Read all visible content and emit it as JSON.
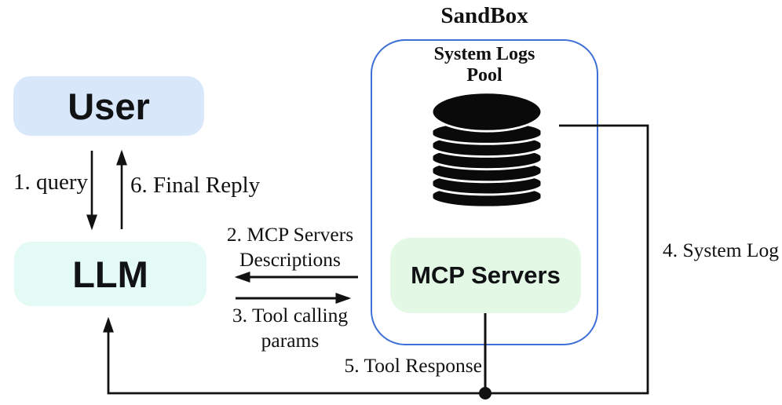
{
  "diagram": {
    "nodes": {
      "user": {
        "label": "User"
      },
      "llm": {
        "label": "LLM"
      },
      "mcp": {
        "label": "MCP Servers"
      },
      "sandbox": {
        "title": "SandBox"
      },
      "system_logs_pool": {
        "line1": "System Logs",
        "line2": "Pool"
      }
    },
    "edges": {
      "step1": "1. query",
      "step2_line1": "2. MCP Servers",
      "step2_line2": "Descriptions",
      "step3_line1": "3. Tool calling",
      "step3_line2": "params",
      "step4": "4. System Log",
      "step5": "5. Tool Response",
      "step6": "6. Final Reply"
    },
    "icons": {
      "database": "database-cylinder-icon"
    },
    "colors": {
      "user_fill": "#d9e7fb",
      "llm_fill": "#e4faf5",
      "mcp_fill": "#e3f8e5",
      "sandbox_border": "#3e6fd6",
      "line": "#111111",
      "text": "#111111"
    }
  }
}
